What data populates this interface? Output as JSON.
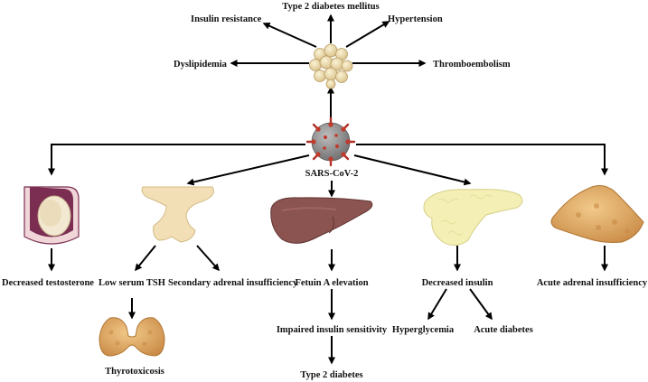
{
  "labels": {
    "t2dm": "Type 2 diabetes mellitus",
    "insulin_resistance": "Insulin resistance",
    "hypertension": "Hypertension",
    "dyslipidemia": "Dyslipidemia",
    "thromboembolism": "Thromboembolism",
    "virus": "SARS-CoV-2",
    "decreased_testosterone": "Decreased testosterone",
    "low_tsh": "Low serum TSH",
    "secondary_adrenal": "Secondary adrenal insufficiency",
    "fetuin": "Fetuin A elevation",
    "impaired_insulin": "Impaired  insulin sensitivity",
    "type2_diabetes": "Type 2 diabetes",
    "decreased_insulin": "Decreased insulin",
    "hyperglycemia": "Hyperglycemia",
    "acute_diabetes": "Acute diabetes",
    "acute_adrenal": "Acute adrenal insufficiency",
    "thyrotoxicosis": "Thyrotoxicosis"
  },
  "icons": {
    "adipose": "adipose-tissue-icon",
    "virus": "coronavirus-icon",
    "testis": "testis-icon",
    "pituitary": "pituitary-gland-icon",
    "liver": "liver-icon",
    "pancreas": "pancreas-icon",
    "adrenal": "adrenal-gland-icon",
    "thyroid": "thyroid-gland-icon"
  },
  "colors": {
    "arrow": "#000000",
    "virus_body": "#8c8c8c",
    "virus_spike": "#b0302a",
    "adipose": "#eedcaa",
    "liver": "#8b5450",
    "pancreas": "#f4efb5",
    "gland": "#d9a35c",
    "pituitary": "#f2dfb6",
    "testis": "#7b2e52"
  }
}
